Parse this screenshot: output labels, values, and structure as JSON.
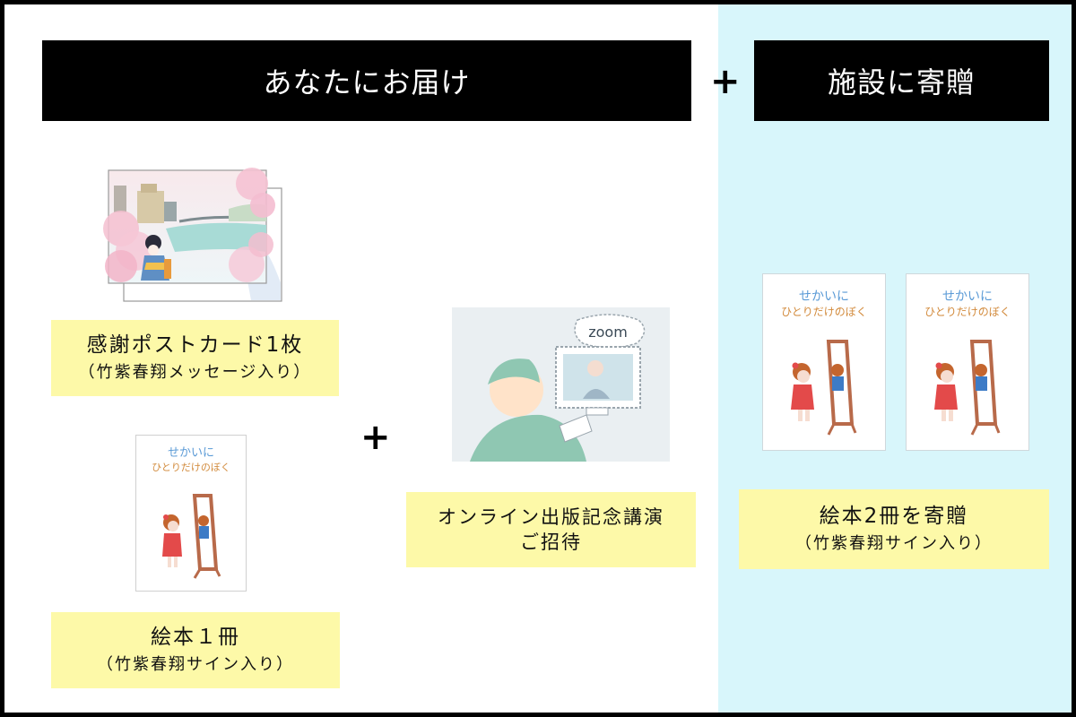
{
  "header": {
    "left_title": "あなたにお届け",
    "plus": "+",
    "right_title": "施設に寄贈"
  },
  "postcard": {
    "title": "感謝ポストカード1枚",
    "note": "（竹紫春翔メッセージ入り）"
  },
  "book_single": {
    "title": "絵本１冊",
    "note": "（竹紫春翔サイン入り）",
    "cover_text_1": "せかいに",
    "cover_text_2": "ひとりだけのぼく"
  },
  "lecture": {
    "title_line1": "オンライン出版記念講演",
    "title_line2": "ご招待",
    "bubble_text": "zoom"
  },
  "plus_middle": "+",
  "donation": {
    "title": "絵本2冊を寄贈",
    "note": "（竹紫春翔サイン入り）"
  },
  "colors": {
    "header_bg": "#000000",
    "label_bg": "#fdf9a8",
    "right_panel_bg": "#d8f6fb"
  }
}
